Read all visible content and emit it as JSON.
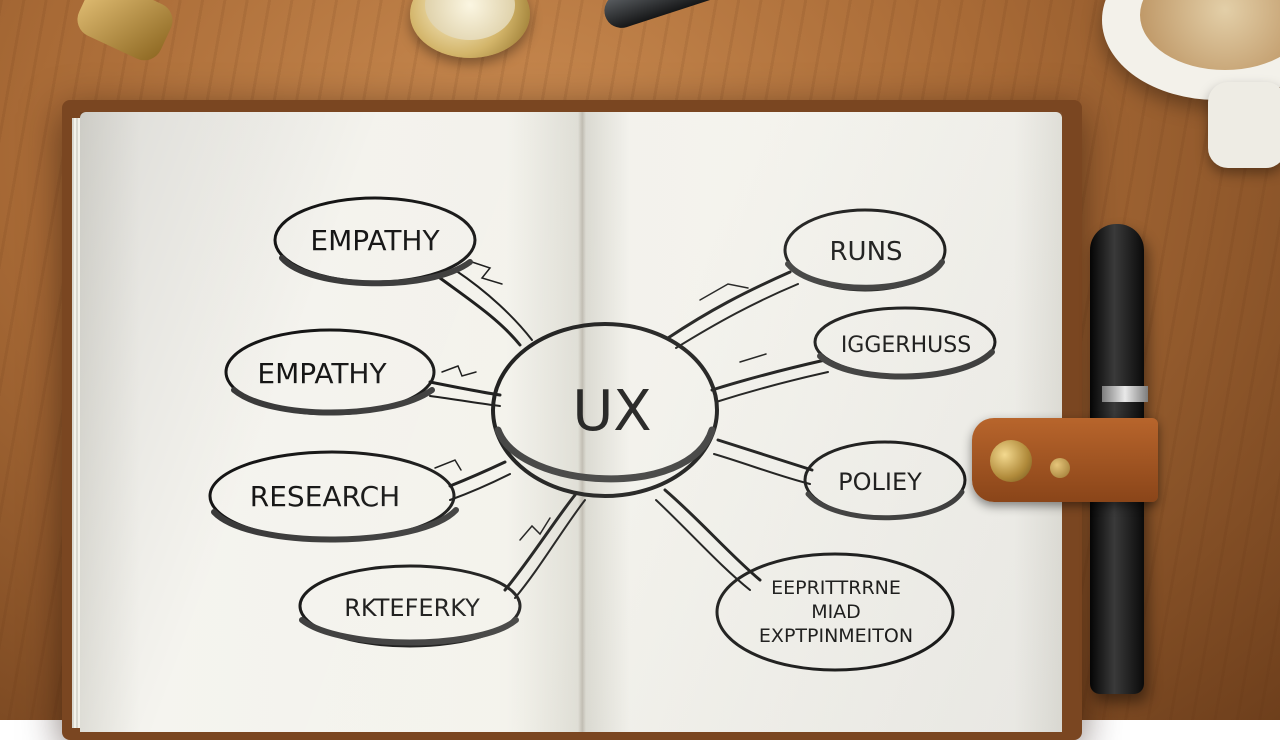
{
  "scene": {
    "objects": [
      "notebook-icon",
      "fountain-pen-icon",
      "coffee-cup-icon",
      "pocket-watch-icon",
      "leather-strap-icon"
    ]
  },
  "mindmap": {
    "center": "UX",
    "nodes": {
      "empathy_top": "EMPATHY",
      "empathy_mid": "EMPATHY",
      "research": "RESEARCH",
      "rateferky": "RKTEFERKY",
      "runs": "RUNS",
      "iggerhuss": "IGGERHUSS",
      "poliey": "POLIEY",
      "exp_line1": "EEPRITTRRNE",
      "exp_line2": "MIAD",
      "exp_line3": "EXPTPINMEITON"
    }
  },
  "colors": {
    "ink": "#151515",
    "paper": "#f3f2ec",
    "desk": "#a86a36",
    "leather": "#8a4519"
  }
}
